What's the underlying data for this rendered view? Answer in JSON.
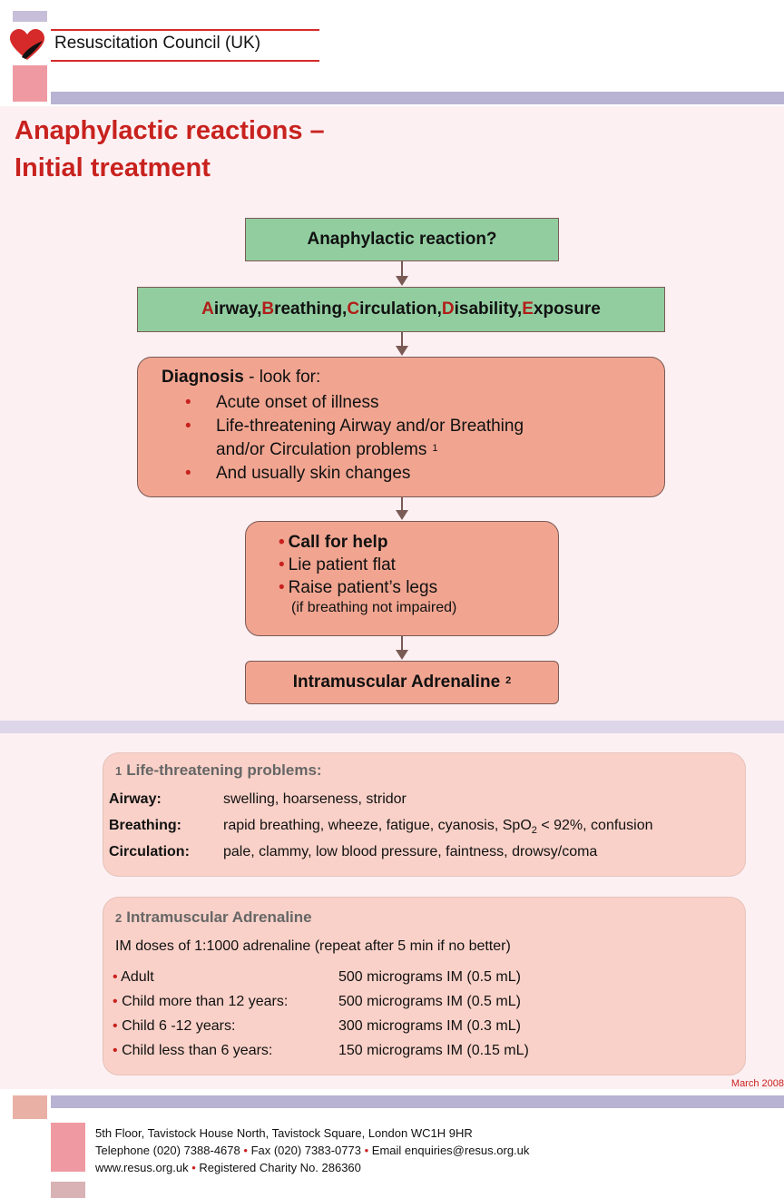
{
  "header": {
    "organisation": "Resuscitation Council (UK)"
  },
  "title": {
    "line1": "Anaphylactic reactions –",
    "line2": "Initial treatment"
  },
  "flow": {
    "question": "Anaphylactic reaction?",
    "abcde": [
      {
        "cap": "A",
        "rest": "irway, "
      },
      {
        "cap": "B",
        "rest": "reathing, "
      },
      {
        "cap": "C",
        "rest": "irculation, "
      },
      {
        "cap": "D",
        "rest": "isability, "
      },
      {
        "cap": "E",
        "rest": "xposure"
      }
    ],
    "diagnosis": {
      "heading": "Diagnosis",
      "lead": " - look for:",
      "bullet": "•",
      "items": [
        "Acute onset of illness",
        "Life-threatening Airway and/or Breathing",
        "and/or Circulation problems",
        "And usually skin changes"
      ],
      "footnote_ref": "1"
    },
    "help": {
      "bullet": "•",
      "call": "Call for help",
      "lie": "Lie patient flat",
      "raise": "Raise patient’s legs",
      "condition": "(if breathing not impaired)"
    },
    "adrenaline": "Intramuscular Adrenaline",
    "adrenaline_ref": "2"
  },
  "note1": {
    "num": "1",
    "title": "Life-threatening problems:",
    "rows": [
      {
        "label": "Airway:",
        "text": "swelling, hoarseness, stridor"
      },
      {
        "label": "Breathing:",
        "text_a": "rapid breathing, wheeze, fatigue, cyanosis, SpO",
        "subscript": "2",
        "text_b": " < 92%, confusion"
      },
      {
        "label": "Circulation:",
        "text": "pale, clammy, low blood pressure, faintness, drowsy/coma"
      }
    ]
  },
  "note2": {
    "num": "2",
    "title": "Intramuscular Adrenaline",
    "intro": "IM doses of 1:1000 adrenaline (repeat after 5 min if no better)",
    "bullet": "•",
    "rows": [
      {
        "group": "Adult",
        "dose": "500 micrograms IM (0.5 mL)"
      },
      {
        "group": "Child more than 12 years:",
        "dose": "500 micrograms IM (0.5 mL)"
      },
      {
        "group": "Child 6 -12 years:",
        "dose": "300 micrograms IM (0.3 mL)"
      },
      {
        "group": "Child less than 6 years:",
        "dose": "150 micrograms IM (0.15 mL)"
      }
    ]
  },
  "date": "March 2008",
  "footer": {
    "address": "5th Floor, Tavistock House North, Tavistock Square, London WC1H 9HR",
    "telephone": "Telephone (020) 7388-4678",
    "fax": "Fax (020) 7383-0773",
    "email": "Email enquiries@resus.org.uk",
    "web": "www.resus.org.uk",
    "charity": "Registered Charity No. 286360",
    "separator": "•"
  },
  "colors": {
    "brand_red": "#c8221e",
    "green_box": "#92cda0",
    "salmon_box": "#f1a591",
    "lavender_bar": "#b8b3d3"
  }
}
